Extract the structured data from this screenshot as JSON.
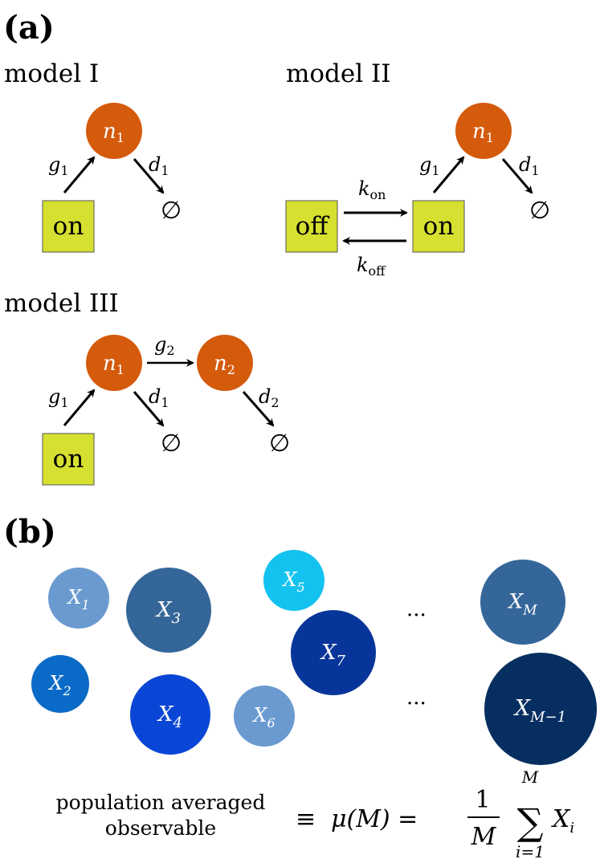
{
  "panel_a": {
    "label": "(a)",
    "model1": {
      "title": "model I",
      "box": "on",
      "node": "n",
      "node_sub": "1",
      "g": "g",
      "g_sub": "1",
      "d": "d",
      "d_sub": "1",
      "sink": "∅"
    },
    "model2": {
      "title": "model II",
      "box_off": "off",
      "box_on": "on",
      "node": "n",
      "node_sub": "1",
      "g": "g",
      "g_sub": "1",
      "d": "d",
      "d_sub": "1",
      "k_on": "k",
      "k_on_sub": "on",
      "k_off": "k",
      "k_off_sub": "off",
      "sink": "∅"
    },
    "model3": {
      "title": "model III",
      "box": "on",
      "node1": "n",
      "node1_sub": "1",
      "node2": "n",
      "node2_sub": "2",
      "g1": "g",
      "g1_sub": "1",
      "g2": "g",
      "g2_sub": "2",
      "d1": "d",
      "d1_sub": "1",
      "d2": "d",
      "d2_sub": "2",
      "sink": "∅"
    },
    "colors": {
      "box_fill": "#d6e030",
      "node_fill": "#d45a0c"
    }
  },
  "panel_b": {
    "label": "(b)",
    "cells": [
      {
        "name": "X",
        "sub": "1",
        "color": "#6a9ad0"
      },
      {
        "name": "X",
        "sub": "2",
        "color": "#0a6ac8"
      },
      {
        "name": "X",
        "sub": "3",
        "color": "#356699"
      },
      {
        "name": "X",
        "sub": "4",
        "color": "#0a46d6"
      },
      {
        "name": "X",
        "sub": "5",
        "color": "#14c2ef"
      },
      {
        "name": "X",
        "sub": "6",
        "color": "#6a9ad0"
      },
      {
        "name": "X",
        "sub": "7",
        "color": "#08359a"
      },
      {
        "name": "X",
        "sub": "M",
        "color": "#356699"
      },
      {
        "name": "X",
        "sub": "M−1",
        "color": "#062e60"
      }
    ],
    "ellipsis": "···",
    "caption_line1": "population averaged",
    "caption_line2": "observable",
    "formula": {
      "equiv": "≡",
      "mu": "μ(M) =",
      "numerator": "1",
      "denominator": "M",
      "sigma": "∑",
      "upper": "M",
      "lower": "i=1",
      "term": "X",
      "term_sub": "i"
    }
  }
}
